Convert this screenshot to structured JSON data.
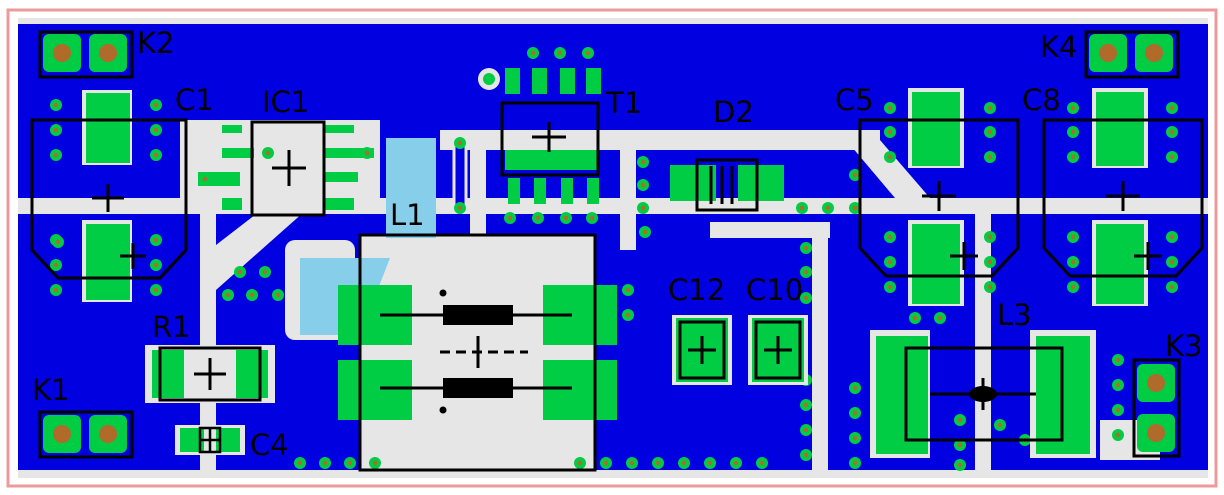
{
  "board": {
    "colors": {
      "background": "#ffffff",
      "board_outline": "#ef9a9a",
      "copper_pour": "#0000e0",
      "trace_clearance": "#e6e6e6",
      "pad": "#00cc44",
      "via_ring": "#00cc44",
      "via_hole": "#b06a2a",
      "silkscreen": "#000000",
      "keepout": "#87ceeb"
    },
    "labels": {
      "k2": "K2",
      "k4": "K4",
      "k1": "K1",
      "k3": "K3",
      "c1": "C1",
      "ic1": "IC1",
      "t1": "T1",
      "d2": "D2",
      "c5": "C5",
      "c8": "C8",
      "l1": "L1",
      "r1": "R1",
      "c12": "C12",
      "c10": "C10",
      "l3": "L3",
      "c4": "C4"
    }
  }
}
